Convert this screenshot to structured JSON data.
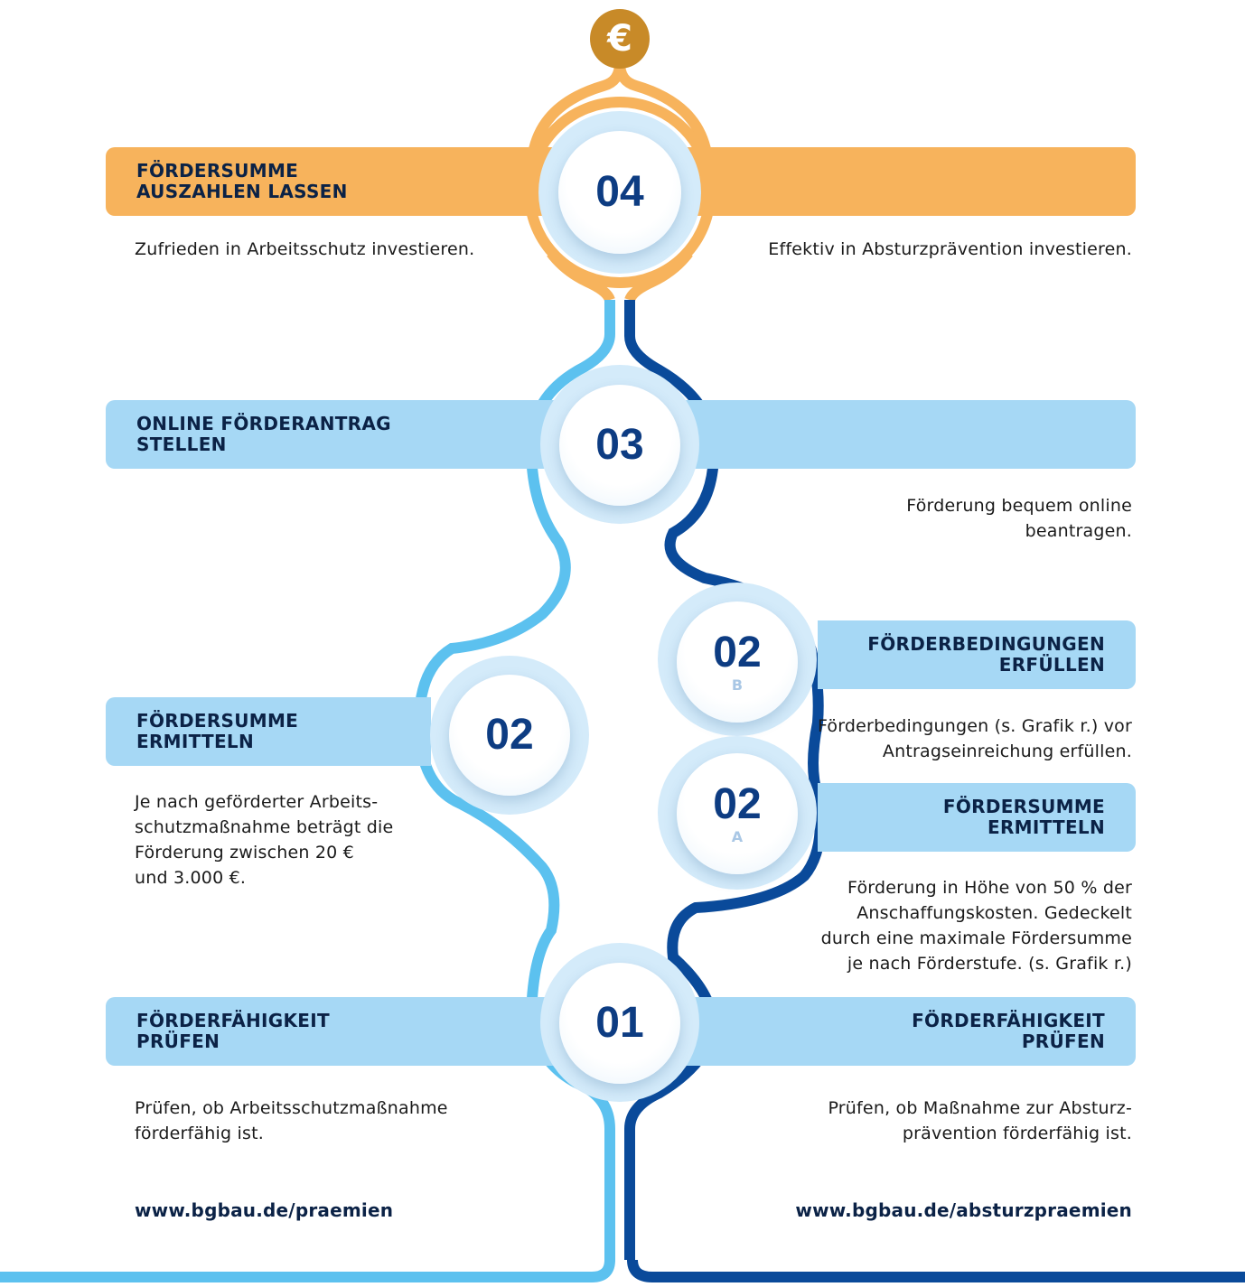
{
  "colors": {
    "orange": "#f7b35c",
    "light_blue": "#5cc1ef",
    "dark_blue": "#0a4a9a",
    "bar_blue": "#a6d8f5",
    "coin": "#c88a28"
  },
  "coin": {
    "symbol": "€",
    "icon": "euro-coin-icon"
  },
  "step4": {
    "number": "04",
    "title": "FÖRDERSUMME\nAUSZAHLEN LASSEN",
    "left_desc": "Zufrieden in Arbeitsschutz investieren.",
    "right_desc": "Effektiv in Absturzprävention investieren."
  },
  "step3": {
    "number": "03",
    "title": "ONLINE FÖRDERANTRAG\nSTELLEN",
    "right_desc": "Förderung bequem online\nbeantragen."
  },
  "left_track": {
    "step2": {
      "number": "02",
      "title": "FÖRDERSUMME\nERMITTELN",
      "desc": "Je nach geförderter Arbeits-\nschutzmaßnahme beträgt die\nFörderung zwischen 20 €\nund 3.000 €."
    },
    "step1": {
      "title": "FÖRDERFÄHIGKEIT\nPRÜFEN",
      "desc": "Prüfen, ob Arbeitsschutzmaßnahme\nförderfähig ist."
    },
    "url": "www.bgbau.de/praemien"
  },
  "right_track": {
    "step2b": {
      "number": "02",
      "sub": "B",
      "title": "FÖRDERBEDINGUNGEN\nERFÜLLEN",
      "desc": "Förderbedingungen (s. Grafik r.) vor\nAntragseinreichung erfüllen."
    },
    "step2a": {
      "number": "02",
      "sub": "A",
      "title": "FÖRDERSUMME\nERMITTELN",
      "desc": "Förderung in Höhe von 50 % der\nAnschaffungskosten. Gedeckelt\ndurch eine maximale Fördersumme\nje nach Förderstufe. (s. Grafik r.)"
    },
    "step1": {
      "title": "FÖRDERFÄHIGKEIT\nPRÜFEN",
      "desc": "Prüfen, ob Maßnahme zur Absturz-\nprävention förderfähig ist."
    },
    "url": "www.bgbau.de/absturzpraemien"
  },
  "step1": {
    "number": "01"
  }
}
